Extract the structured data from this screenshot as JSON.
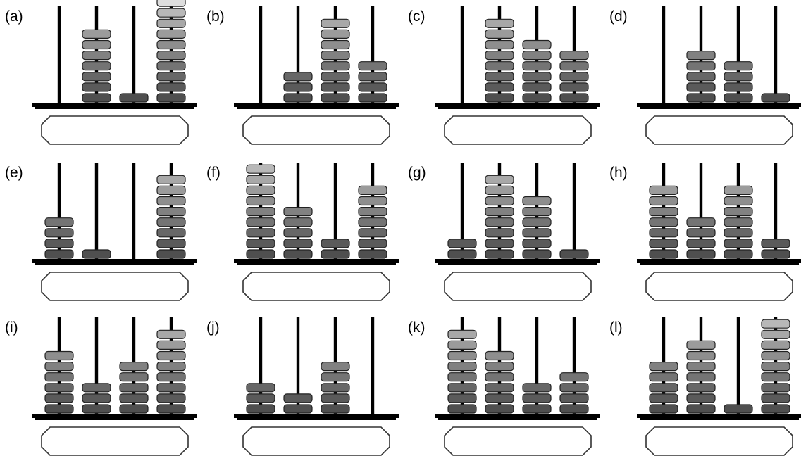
{
  "panels": [
    {
      "label": "(a)",
      "beads": [
        0,
        7,
        1,
        10
      ]
    },
    {
      "label": "(b)",
      "beads": [
        0,
        3,
        8,
        4
      ]
    },
    {
      "label": "(c)",
      "beads": [
        0,
        8,
        6,
        5
      ]
    },
    {
      "label": "(d)",
      "beads": [
        0,
        5,
        4,
        1
      ]
    },
    {
      "label": "(e)",
      "beads": [
        4,
        1,
        0,
        8
      ]
    },
    {
      "label": "(f)",
      "beads": [
        9,
        5,
        2,
        7
      ]
    },
    {
      "label": "(g)",
      "beads": [
        2,
        8,
        6,
        1
      ]
    },
    {
      "label": "(h)",
      "beads": [
        7,
        4,
        7,
        2
      ]
    },
    {
      "label": "(i)",
      "beads": [
        6,
        3,
        5,
        8
      ]
    },
    {
      "label": "(j)",
      "beads": [
        3,
        2,
        5,
        0
      ]
    },
    {
      "label": "(k)",
      "beads": [
        8,
        6,
        3,
        4
      ]
    },
    {
      "label": "(l)",
      "beads": [
        5,
        7,
        1,
        9
      ]
    }
  ],
  "answer_boxes": [
    "",
    "",
    "",
    "",
    "",
    "",
    "",
    "",
    "",
    "",
    "",
    ""
  ],
  "colors": {
    "frame": "#000000",
    "bead_shades": [
      "#4f4f4f",
      "#5a5a5a",
      "#676767",
      "#747474",
      "#818181",
      "#8e8e8e",
      "#9b9b9b",
      "#a8a8a8",
      "#b8b8b8",
      "#dedede"
    ],
    "bead_outline": "#222222",
    "box_outline": "#333333"
  }
}
